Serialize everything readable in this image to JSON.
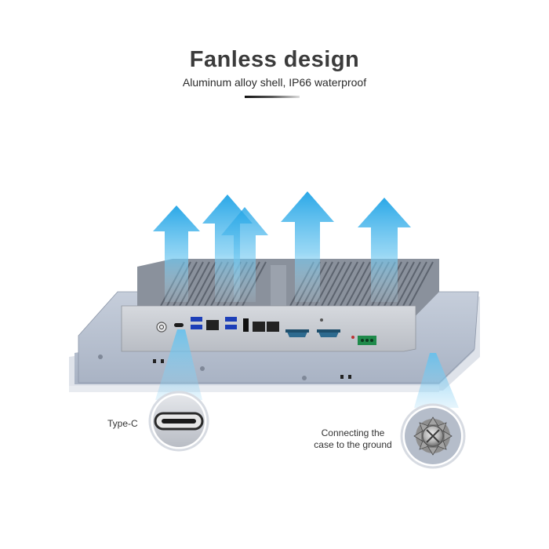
{
  "header": {
    "title": "Fanless design",
    "subtitle": "Aluminum alloy shell, IP66 waterproof"
  },
  "callouts": {
    "typec_label": "Type-C",
    "ground_line1": "Connecting the",
    "ground_line2": "case to the ground"
  },
  "colors": {
    "arrow": "#29a9e8",
    "title": "#3b3b3b",
    "panel": "#b9c2d3",
    "io_panel": "#c9ccd1"
  },
  "icons": [
    "airflow-arrow-icon",
    "usb-port-icon",
    "ethernet-port-icon",
    "serial-port-icon",
    "power-button-icon",
    "typec-port-icon",
    "ground-screw-icon"
  ]
}
